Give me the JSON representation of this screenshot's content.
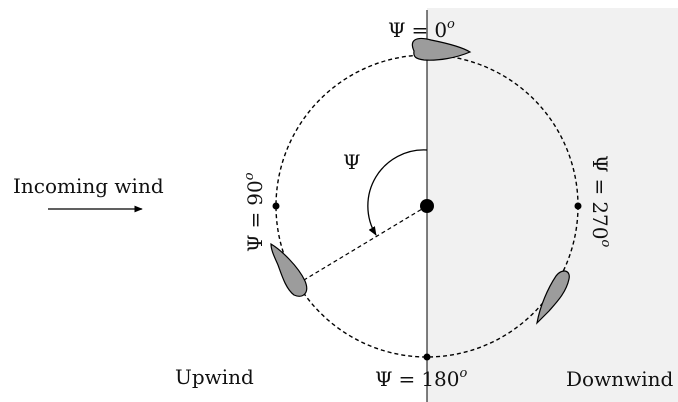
{
  "labels": {
    "incoming_wind": "Incoming wind",
    "upwind": "Upwind",
    "downwind": "Downwind",
    "psi": "Ψ",
    "eq": "=",
    "deg_sup": "o"
  },
  "angle_labels": {
    "top": "0",
    "left": "90",
    "bottom": "180",
    "right": "270"
  },
  "colors": {
    "downwind_bg": "#f1f1f1",
    "blade_fill": "#9c9c9c",
    "stroke": "#000000"
  }
}
